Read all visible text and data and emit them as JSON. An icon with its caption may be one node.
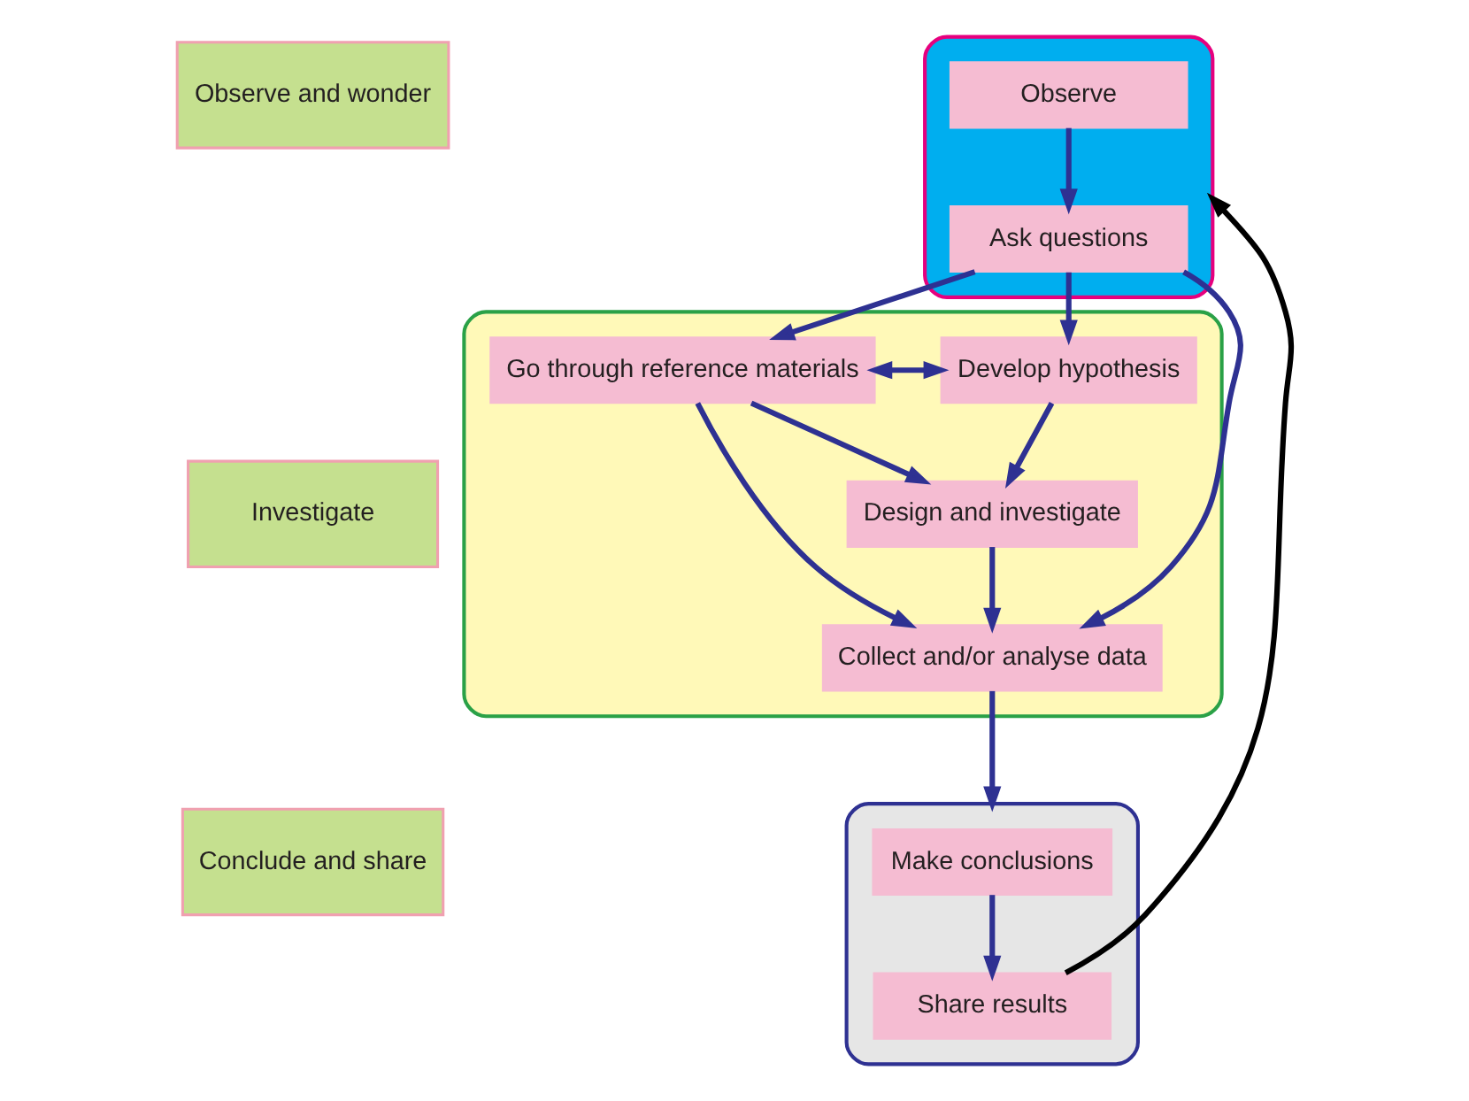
{
  "diagram": {
    "nodes": [
      {
        "text": [],
        "shape": "box"
      },
      {
        "text": [
          "Observe"
        ],
        "in": 0
      },
      {
        "text": [
          "Ask questions"
        ],
        "in": 0
      },
      {
        "text": [],
        "shape": "box"
      },
      {
        "text": [
          "Go through reference materials"
        ],
        "in": 3
      },
      {
        "text": [
          "Develop hypothesis"
        ],
        "in": 3
      },
      {
        "text": [
          "Design and investigate"
        ],
        "in": 3
      },
      {
        "text": [
          "Collect and/or analyse data"
        ],
        "in": 3
      },
      {
        "text": [],
        "shape": "box"
      },
      {
        "text": [
          "Make conclusions"
        ],
        "in": 8
      },
      {
        "text": [
          "Share results"
        ],
        "in": 8
      },
      {
        "text": [
          "Observe and wonder"
        ]
      },
      {
        "text": [
          "Investigate"
        ]
      },
      {
        "text": [
          "Conclude and share"
        ]
      }
    ],
    "edges": [
      {
        "from": 1,
        "to": 2,
        "arrow": "to"
      },
      {
        "from": 2,
        "to": 4,
        "arrow": "to"
      },
      {
        "from": 2,
        "to": 5,
        "arrow": "to"
      },
      {
        "from": 4,
        "to": 5,
        "arrow": "both"
      },
      {
        "from": 4,
        "to": 6,
        "arrow": "to"
      },
      {
        "from": 5,
        "to": 6,
        "arrow": "to"
      },
      {
        "from": 4,
        "to": 7,
        "arrow": "to"
      },
      {
        "from": 6,
        "to": 7,
        "arrow": "to"
      },
      {
        "from": 2,
        "to": 7,
        "arrow": "to"
      },
      {
        "from": 7,
        "to": 8,
        "arrow": "to"
      },
      {
        "from": 9,
        "to": 10,
        "arrow": "to"
      },
      {
        "from": 10,
        "to": 0,
        "arrow": "to",
        "color": "#000000"
      }
    ]
  }
}
